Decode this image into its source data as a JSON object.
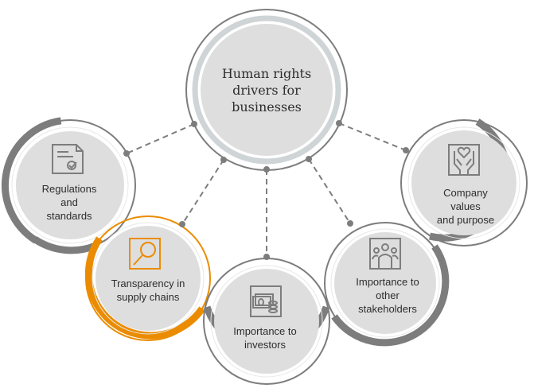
{
  "center": {
    "title": "Human rights\ndrivers for\nbusinesses"
  },
  "nodes": [
    {
      "id": "regulations",
      "label": "Regulations\nand\nstandards",
      "icon": "document-check-icon",
      "highlight": false
    },
    {
      "id": "transparency",
      "label": "Transparency in\nsupply chains",
      "icon": "magnifier-icon",
      "highlight": true
    },
    {
      "id": "investors",
      "label": "Importance to\ninvestors",
      "icon": "money-coins-icon",
      "highlight": false
    },
    {
      "id": "stakeholders",
      "label": "Importance to\nother\nstakeholders",
      "icon": "people-group-icon",
      "highlight": false
    },
    {
      "id": "values",
      "label": "Company values\nand purpose",
      "icon": "hands-heart-icon",
      "highlight": false
    }
  ],
  "colors": {
    "accent": "#eb8c00",
    "ring_dark": "#7d7d7d",
    "ring_light": "#cfd4d6",
    "fill": "#dedede",
    "connector": "#7d7d7d",
    "text": "#2d2d2d"
  }
}
